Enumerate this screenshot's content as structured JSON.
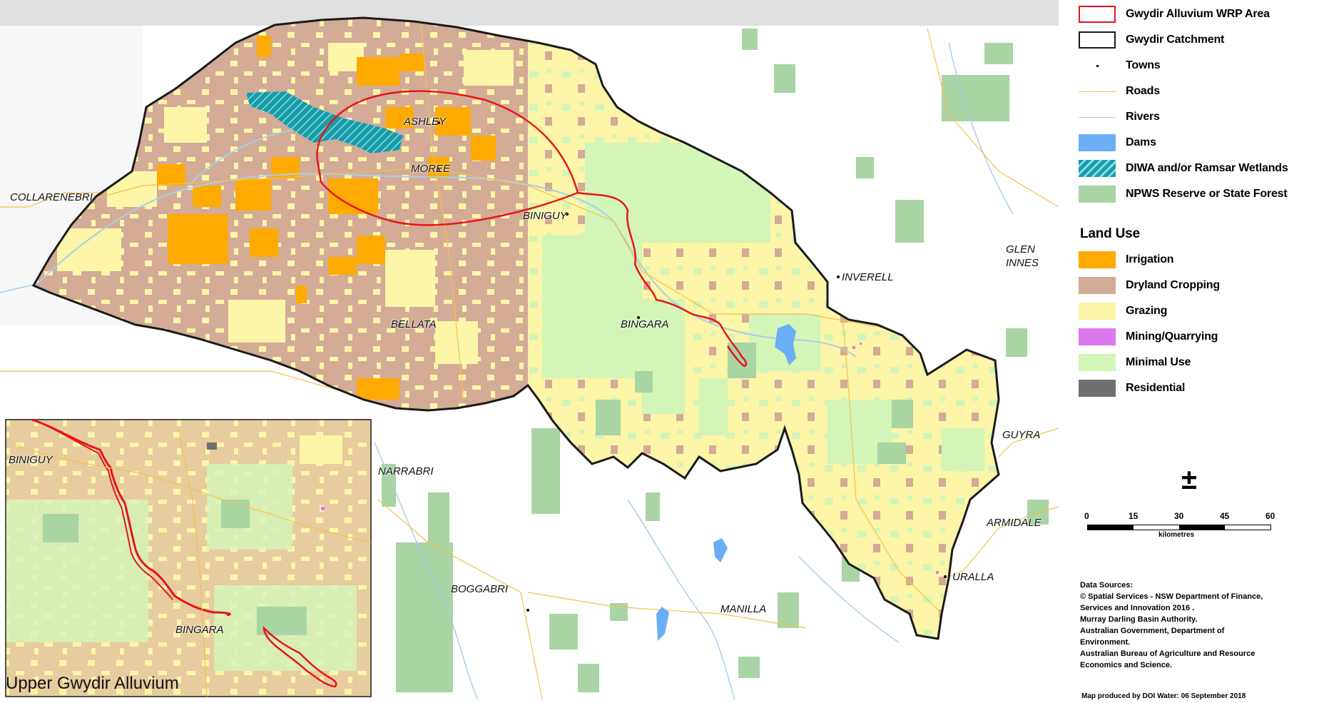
{
  "legend": {
    "items": [
      {
        "label": "Gwydir Alluvium WRP Area",
        "type": "outline",
        "color": "#e8141c"
      },
      {
        "label": "Gwydir Catchment",
        "type": "outline",
        "color": "#1a1a1a"
      },
      {
        "label": "Towns",
        "type": "dot",
        "color": "#000000"
      },
      {
        "label": "Roads",
        "type": "line",
        "color": "#f5c04a"
      },
      {
        "label": "Rivers",
        "type": "line",
        "color": "#a9cfe8"
      },
      {
        "label": "Dams",
        "type": "fill",
        "color": "#6aaef5"
      },
      {
        "label": "DIWA and/or Ramsar Wetlands",
        "type": "hatch",
        "color": "#1b9aa8"
      },
      {
        "label": "NPWS Reserve or State Forest",
        "type": "fill",
        "color": "#a9d4a4"
      }
    ],
    "land_use_title": "Land Use",
    "land_use": [
      {
        "label": "Irrigation",
        "color": "#ffaa00"
      },
      {
        "label": "Dryland Cropping",
        "color": "#d3ab96"
      },
      {
        "label": "Grazing",
        "color": "#fdf5a8"
      },
      {
        "label": "Mining/Quarrying",
        "color": "#dd77ee"
      },
      {
        "label": "Minimal Use",
        "color": "#d3f5b8"
      },
      {
        "label": "Residential",
        "color": "#707070"
      }
    ]
  },
  "north_arrow": "±",
  "scale_bar": {
    "ticks": [
      "0",
      "15",
      "30",
      "45",
      "60"
    ],
    "unit": "kilometres"
  },
  "sources": [
    "Data Sources:",
    "© Spatial Services - NSW Department of Finance,",
    "Services and Innovation 2016 .",
    "Murray Darling Basin Authority.",
    "Australian Government, Department of",
    "Environment.",
    "Australian Bureau of Agriculture and Resource",
    "Economics and Science."
  ],
  "credit": "Map produced by DOI Water: 06 September 2018",
  "towns": {
    "ashley": "ASHLEY",
    "moree": "MOREE",
    "collarenebri": "COLLARENEBRI",
    "biniguy": "BINIGUY",
    "glen_innes": "GLEN INNES",
    "inverell": "INVERELL",
    "bellata": "BELLATA",
    "bingara": "BINGARA",
    "guyra": "GUYRA",
    "narrabri": "NARRABRI",
    "armidale": "ARMIDALE",
    "uralla": "URALLA",
    "boggabri": "BOGGABRI",
    "manilla": "MANILLA"
  },
  "inset": {
    "title": "Upper Gwydir Alluvium",
    "biniguy": "BINIGUY",
    "bingara": "BINGARA"
  }
}
